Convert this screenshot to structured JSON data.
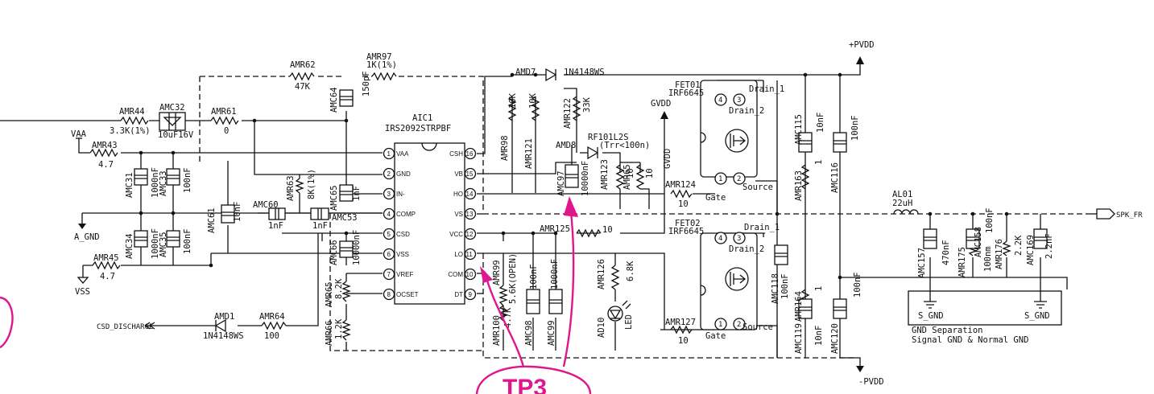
{
  "colors": {
    "line": "#111111",
    "annotation": "#e0168c",
    "background": "#ffffff"
  },
  "ic": {
    "ref": "AIC1",
    "part": "IRS2092STRPBF",
    "left_pins": [
      "VAA",
      "GND",
      "IN-",
      "COMP",
      "CSD",
      "VSS",
      "VREF",
      "OCSET"
    ],
    "right_pins": [
      "CSH",
      "VB",
      "HO",
      "VS",
      "VCC",
      "LO",
      "COM",
      "DT"
    ]
  },
  "nets": {
    "vaa": "VAA",
    "agnd": "A_GND",
    "vss": "VSS",
    "gvdd": "GVDD",
    "pvdd_pos": "+PVDD",
    "pvdd_neg": "-PVDD",
    "spk": "SPK_FR",
    "csd_discharge": "CSD_DISCHARGE"
  },
  "parts": {
    "amr44": [
      "AMR44",
      "3.3K(1%)"
    ],
    "amc32": [
      "AMC32",
      "10uF16V"
    ],
    "amr61": [
      "AMR61",
      "0"
    ],
    "amr62": [
      "AMR62",
      "47K"
    ],
    "amr97": [
      "AMR97",
      "1K(1%)"
    ],
    "amc64": [
      "AMC64",
      "150pF"
    ],
    "amr43": [
      "AMR43",
      "4.7"
    ],
    "amc31": [
      "AMC31",
      "1000nF"
    ],
    "amc33": [
      "AMC33",
      "100nF"
    ],
    "amc34": [
      "AMC34",
      "1000nF"
    ],
    "amc35": [
      "AMC35",
      "100nF"
    ],
    "amr45": [
      "AMR45",
      "4.7"
    ],
    "amc61": [
      "AMC61",
      "10nF"
    ],
    "amc60": [
      "AMC60",
      "1nF"
    ],
    "amr63": [
      "AMR63",
      "8K(1%)"
    ],
    "amc53": [
      "AMC53",
      "1nF"
    ],
    "amc65": [
      "AMC65",
      "1nF"
    ],
    "amc66": [
      "AMC66",
      "10000nF"
    ],
    "amr65": [
      "AMR65",
      "8.2K"
    ],
    "amr66": [
      "AMR66",
      "1.2K"
    ],
    "amd1": [
      "AMD1",
      "1N4148WS"
    ],
    "amr64": [
      "AMR64",
      "100"
    ],
    "amd7": [
      "AMD7",
      "1N4148WS"
    ],
    "amr98": [
      "AMR98",
      "10K"
    ],
    "amr121": [
      "AMR121",
      "10K"
    ],
    "amr122": [
      "AMR122",
      "33K"
    ],
    "amd8": [
      "AMD8",
      "RF101L2S"
    ],
    "amd8_note": "(Trr<100n)",
    "amc97": [
      "AMC97",
      "10000nF"
    ],
    "amr123": [
      "AMR123",
      "10"
    ],
    "amr65b": [
      "AMR65",
      "10"
    ],
    "amr124": [
      "AMR124",
      "10"
    ],
    "amr125": [
      "AMR125",
      "10"
    ],
    "amr99": [
      "AMR99",
      "5.6K(OPEN)"
    ],
    "amr100": [
      "AMR100",
      "4.7K"
    ],
    "amc98": [
      "AMC98",
      "100nF"
    ],
    "amc99": [
      "AMC99",
      "1000nF"
    ],
    "amr126": [
      "AMR126",
      "6.8K"
    ],
    "ad10": [
      "AD10",
      "LED"
    ],
    "amr127": [
      "AMR127",
      "10"
    ],
    "fet01": [
      "FET01",
      "IRF6645"
    ],
    "fet02": [
      "FET02",
      "IRF6645"
    ],
    "amr163": [
      "AMR163",
      "1"
    ],
    "amc115": [
      "AMC115",
      "10nF"
    ],
    "amc116": [
      "AMC116",
      "100nF"
    ],
    "amr164": [
      "AMR164",
      "1"
    ],
    "amc118": [
      "AMC118",
      "100nF"
    ],
    "amc119": [
      "AMC119",
      "10nF"
    ],
    "amc120": [
      "AMC120",
      "100nF"
    ],
    "al01": [
      "AL01",
      "22uH"
    ],
    "amc157": [
      "AMC157",
      "470nF"
    ],
    "amc158": [
      "AMC158",
      "100nF"
    ],
    "amr175": [
      "AMR175",
      "100nm"
    ],
    "amr176": [
      "AMR176",
      "2.2K"
    ],
    "amc169": [
      "AMC169",
      "2.2nF"
    ]
  },
  "fet_pins": {
    "drain1": "Drain_1",
    "drain2": "Drain_2",
    "gate": "Gate",
    "source": "Source"
  },
  "gnd_box": {
    "sgnd": "S_GND",
    "line1": "GND Separation",
    "line2": "Signal GND & Normal GND"
  },
  "annotation": {
    "label": "TP3"
  }
}
